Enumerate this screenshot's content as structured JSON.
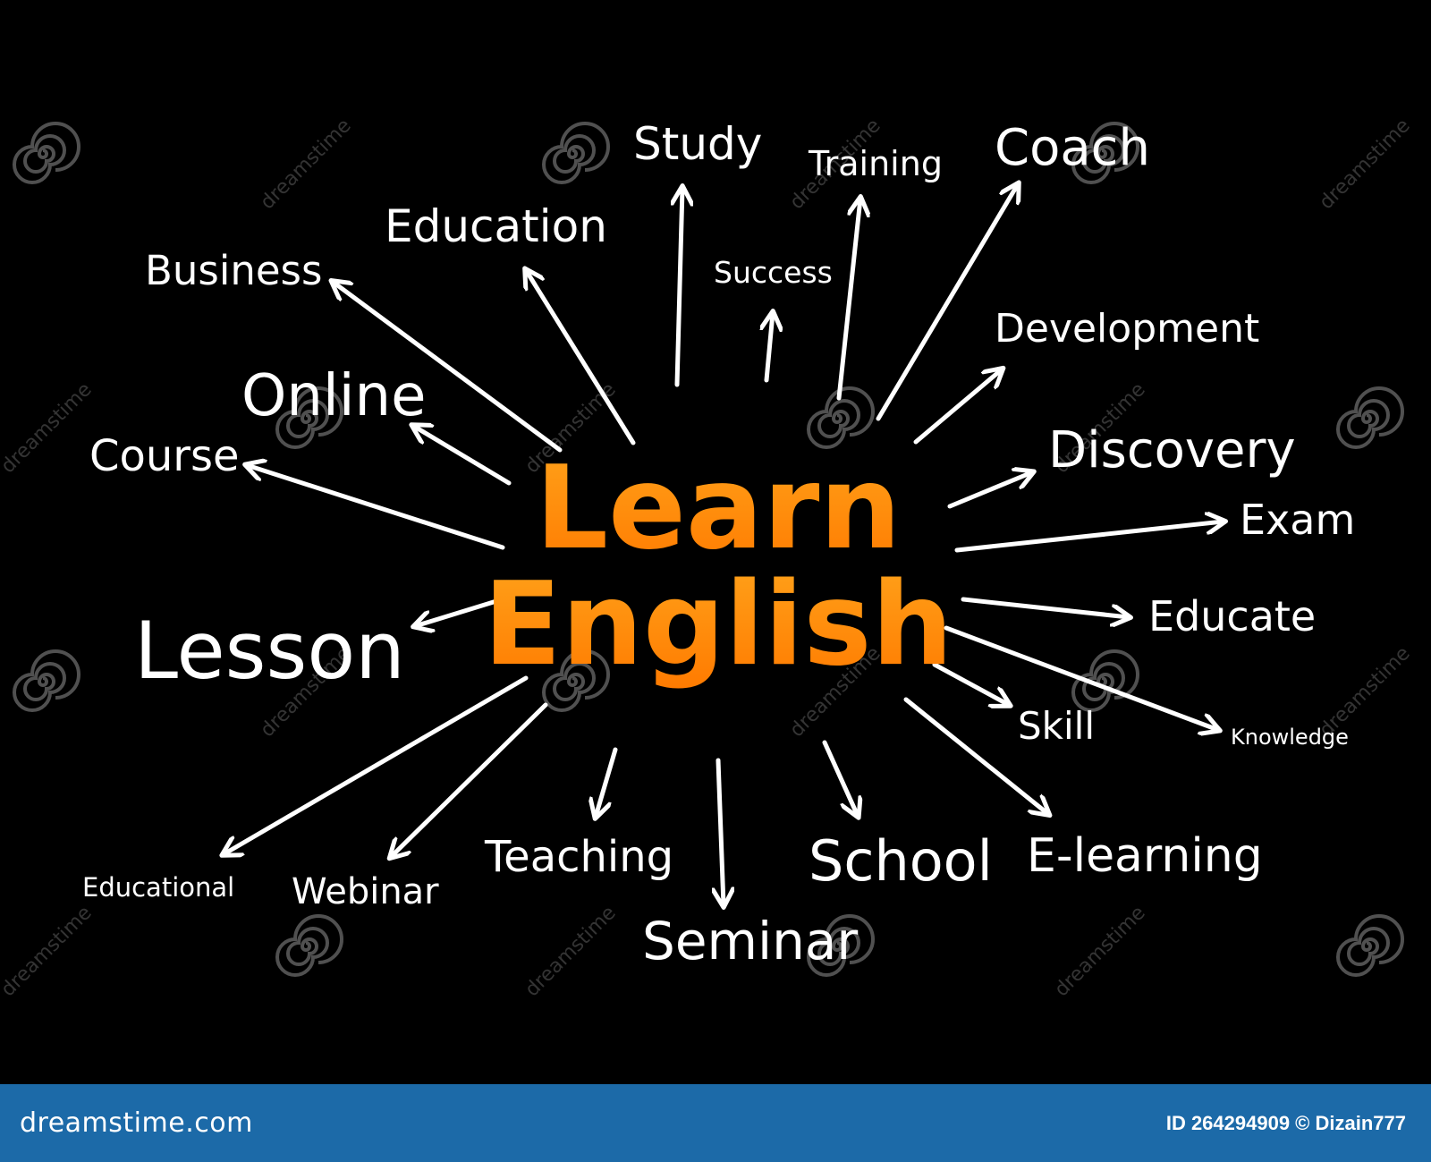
{
  "center": {
    "line1": "Learn",
    "line2": "English",
    "gradient_top": "#ffa21a",
    "gradient_bottom": "#ff7a00"
  },
  "words": {
    "study": "Study",
    "training": "Training",
    "coach": "Coach",
    "education": "Education",
    "success": "Success",
    "business": "Business",
    "development": "Development",
    "online": "Online",
    "discovery": "Discovery",
    "course": "Course",
    "exam": "Exam",
    "educate": "Educate",
    "lesson": "Lesson",
    "skill": "Skill",
    "knowledge": "Knowledge",
    "educational": "Educational",
    "webinar": "Webinar",
    "teaching": "Teaching",
    "school": "School",
    "e_learning": "E-learning",
    "seminar": "Seminar"
  },
  "watermark": {
    "text": "dreamstime"
  },
  "footer": {
    "brand": "dreamstime.com",
    "meta": "ID 264294909 © Dizain777",
    "background": "#1c6aa8"
  },
  "colors": {
    "background": "#000000",
    "text": "#ffffff",
    "accent": "#ff8c00"
  }
}
